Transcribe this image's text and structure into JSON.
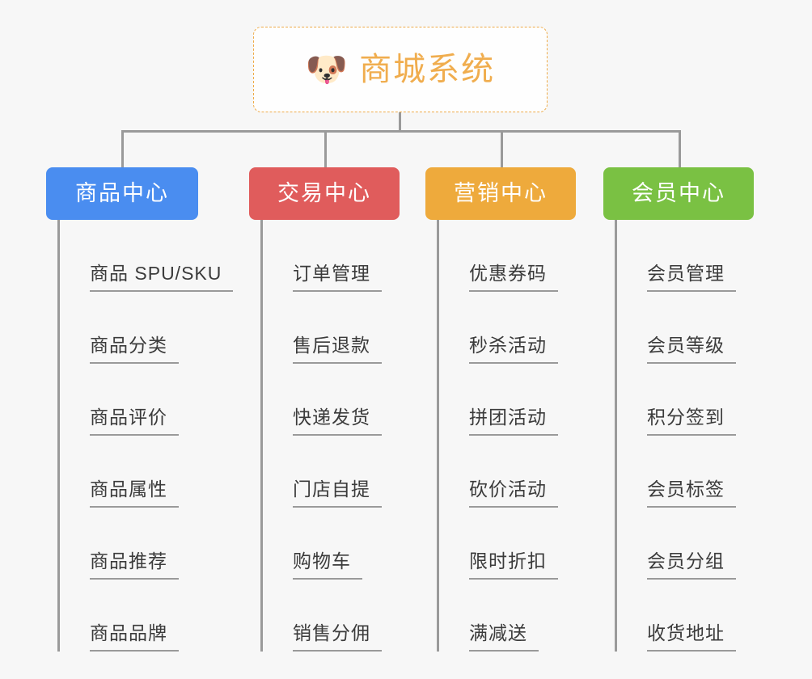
{
  "background_color": "#f7f7f7",
  "root": {
    "icon": "shiba-dog-emoji",
    "emoji": "🐶",
    "title": "商城系统",
    "text_color": "#f0ad4e",
    "border_color": "#eeab49",
    "fill_color": "#fefefe"
  },
  "line_color": "#9a9a9a",
  "categories": [
    {
      "label": "商品中心",
      "color": "#4a8df0",
      "items": [
        "商品 SPU/SKU",
        "商品分类",
        "商品评价",
        "商品属性",
        "商品推荐",
        "商品品牌"
      ]
    },
    {
      "label": "交易中心",
      "color": "#e05c5c",
      "items": [
        "订单管理",
        "售后退款",
        "快递发货",
        "门店自提",
        "购物车",
        "销售分佣"
      ]
    },
    {
      "label": "营销中心",
      "color": "#eeaa3c",
      "items": [
        "优惠券码",
        "秒杀活动",
        "拼团活动",
        "砍价活动",
        "限时折扣",
        "满减送"
      ]
    },
    {
      "label": "会员中心",
      "color": "#7ac143",
      "items": [
        "会员管理",
        "会员等级",
        "积分签到",
        "会员标签",
        "会员分组",
        "收货地址"
      ]
    }
  ]
}
